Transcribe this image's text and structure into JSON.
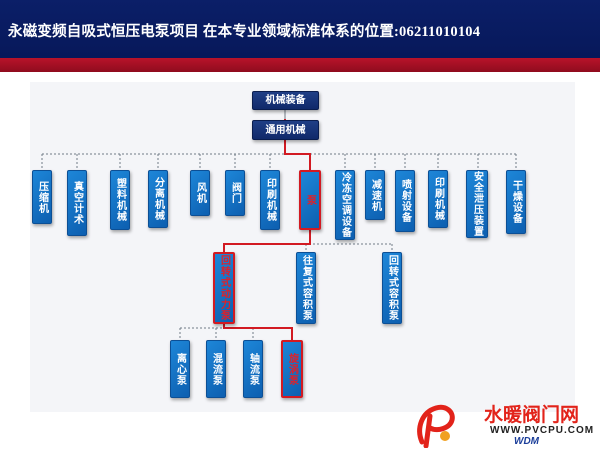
{
  "header": {
    "title": "永磁变频自吸式恒压电泵项目 在本专业领域标准体系的位置:06211010104"
  },
  "colors": {
    "header_bg": "#0b1f68",
    "accent_red": "#b8132a",
    "node_blue": "#1d86d8",
    "highlight": "#d21a22"
  },
  "diagram": {
    "root": "机械装备",
    "level1": "通用机械",
    "categories": [
      "压缩机",
      "真空计术",
      "塑料机械",
      "分离机械",
      "风机",
      "阀门",
      "印刷机械",
      "泵",
      "冷冻空调设备",
      "减速机",
      "喷射设备",
      "印刷机械",
      "安全泄压装置",
      "干燥设备"
    ],
    "pump_types": [
      "回转式动力泵",
      "往复式容积泵",
      "回转式容积泵"
    ],
    "dynamic_pumps": [
      "离心泵",
      "混流泵",
      "轴流泵",
      "旋涡泵"
    ]
  },
  "watermark": {
    "name": "水暖阀门网",
    "url": "WWW.PVCPU.COM",
    "brand": "WDM"
  }
}
